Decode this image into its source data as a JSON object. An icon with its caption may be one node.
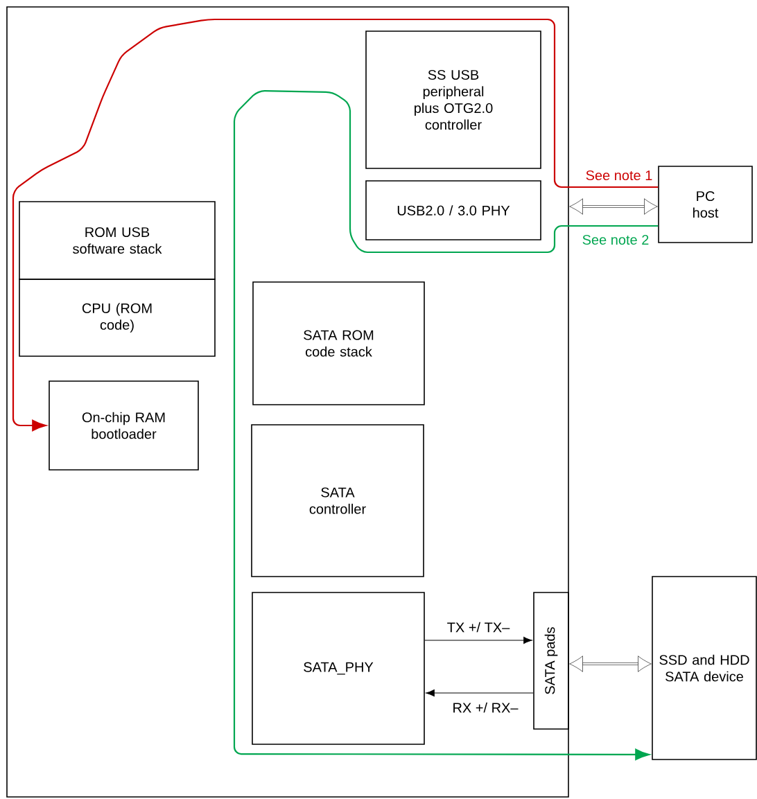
{
  "diagram": {
    "nodes": [
      {
        "text": [],
        "shape": "box"
      },
      {
        "text": [
          "SS USB peripheral plus OTG2.0 controller"
        ],
        "in": 0
      },
      {
        "text": [
          "USB2.0 / 3.0 PHY"
        ],
        "in": 0
      },
      {
        "text": [
          "ROM USB software stack"
        ],
        "in": 0
      },
      {
        "text": [
          "CPU (ROM code)"
        ],
        "in": 0
      },
      {
        "text": [
          "On-chip RAM bootloader"
        ],
        "in": 0
      },
      {
        "text": [
          "SATA ROM code stack"
        ],
        "in": 0
      },
      {
        "text": [
          "SATA controller"
        ],
        "in": 0
      },
      {
        "text": [
          "SATA_PHY"
        ],
        "in": 0
      },
      {
        "text": [
          "SATA pads"
        ],
        "in": 0
      },
      {
        "text": [
          "PC host"
        ]
      },
      {
        "text": [
          "SSD and HDD SATA device"
        ]
      }
    ],
    "edges": [
      {
        "from": 10,
        "to": 5,
        "arrow": "to",
        "label": "See note 1",
        "color": "#cc0000"
      },
      {
        "from": 10,
        "to": 11,
        "arrow": "to",
        "label": "See note 2",
        "color": "#00a650"
      },
      {
        "from": 0,
        "to": 10,
        "arrow": "both"
      },
      {
        "from": 9,
        "to": 11,
        "arrow": "both"
      },
      {
        "from": 8,
        "to": 9,
        "arrow": "to",
        "label": "TX +/ TX–"
      },
      {
        "from": 9,
        "to": 8,
        "arrow": "to",
        "label": "RX +/ RX–"
      }
    ]
  }
}
